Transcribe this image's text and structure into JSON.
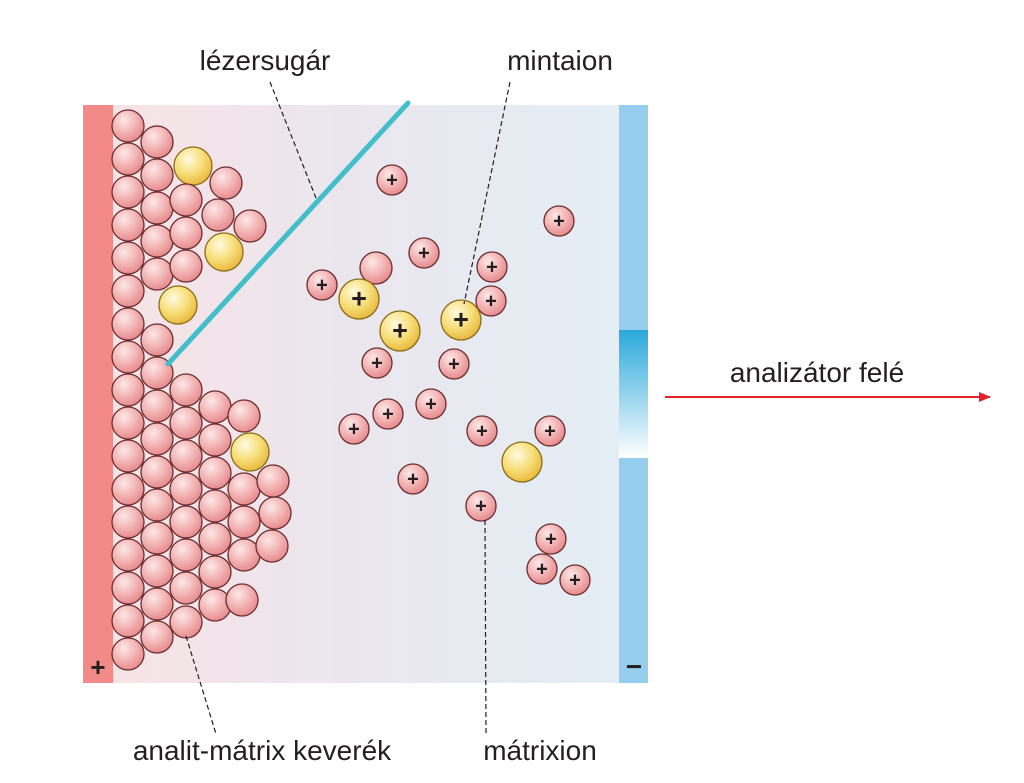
{
  "labels": {
    "laser": "lézersugár",
    "sample_ion": "mintaion",
    "analyzer": "analizátor felé",
    "mixture": "analit-mátrix keverék",
    "matrix_ion": "mátrixion"
  },
  "electrodes": {
    "anode_sign": "+",
    "cathode_sign": "−"
  },
  "ion_charge_symbol": "+",
  "colors": {
    "anode": "#f28b87",
    "cathode": "#95cdee",
    "cathode_slit": "#2aa9dc",
    "laser": "#43bfcb",
    "arrow": "#e3212d",
    "matrix_particle": "#f0a3a3",
    "analyte_particle": "#f0d05e",
    "text": "#231f20"
  }
}
